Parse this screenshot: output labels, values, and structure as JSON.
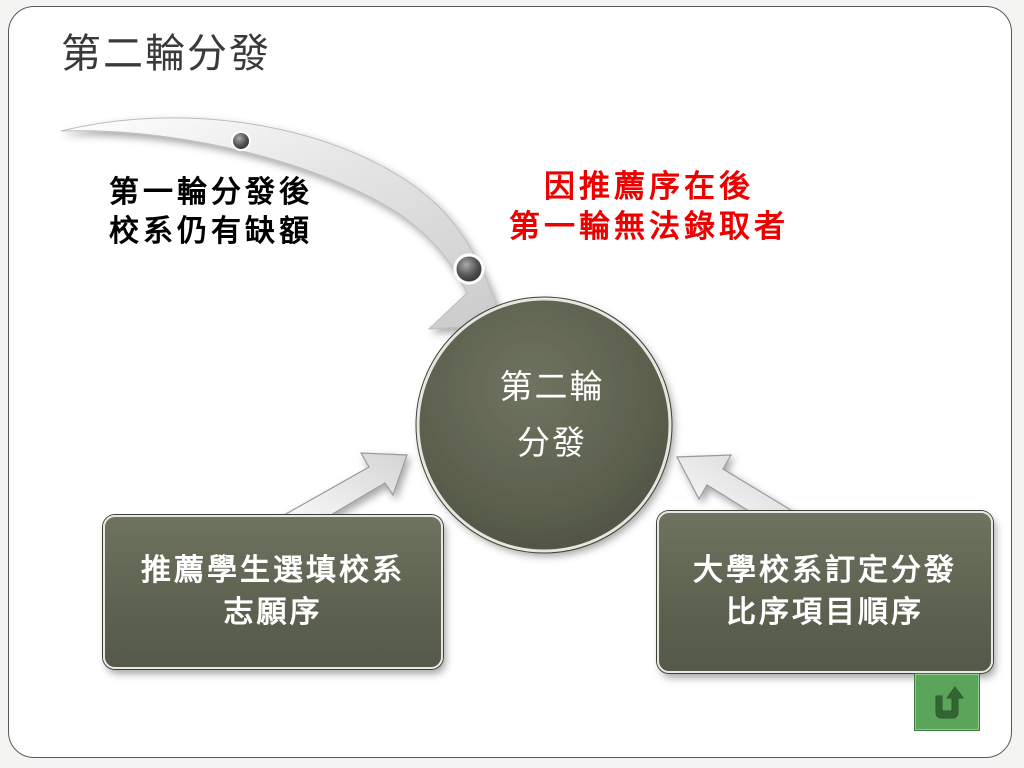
{
  "slide": {
    "title": "第二輪分發"
  },
  "diagram": {
    "top_left_label": {
      "line1": "第一輪分發後",
      "line2": "校系仍有缺額"
    },
    "top_right_label": {
      "line1": "因推薦序在後",
      "line2": "第一輪無法錄取者",
      "color": "#ee0000"
    },
    "center_circle": {
      "line1": "第二輪",
      "line2": "分發",
      "fill": "#5f6351"
    },
    "left_box": {
      "line1": "推薦學生選填校系",
      "line2": "志願序"
    },
    "right_box": {
      "line1": "大學校系訂定分發",
      "line2": "比序項目順序"
    },
    "box_color": "#5f6351"
  },
  "controls": {
    "back_button_icon": "u-turn-up-arrow-icon",
    "back_button_color": "#5aa55a"
  }
}
